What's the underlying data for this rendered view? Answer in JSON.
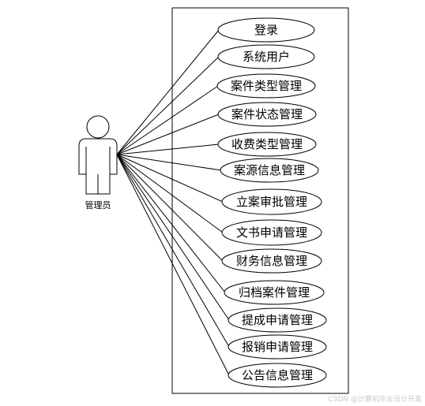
{
  "actor": {
    "name": "管理员"
  },
  "use_cases": [
    {
      "label": "登录"
    },
    {
      "label": "系统用户"
    },
    {
      "label": "案件类型管理"
    },
    {
      "label": "案件状态管理"
    },
    {
      "label": "收费类型管理"
    },
    {
      "label": "案源信息管理"
    },
    {
      "label": "立案审批管理"
    },
    {
      "label": "文书申请管理"
    },
    {
      "label": "财务信息管理"
    },
    {
      "label": "归档案件管理"
    },
    {
      "label": "提成申请管理"
    },
    {
      "label": "报销申请管理"
    },
    {
      "label": "公告信息管理"
    }
  ],
  "watermark": "CSDN @计算机毕业设计开发",
  "colors": {
    "stroke": "#000000",
    "background": "#ffffff",
    "watermark": "#c8c8c8"
  }
}
